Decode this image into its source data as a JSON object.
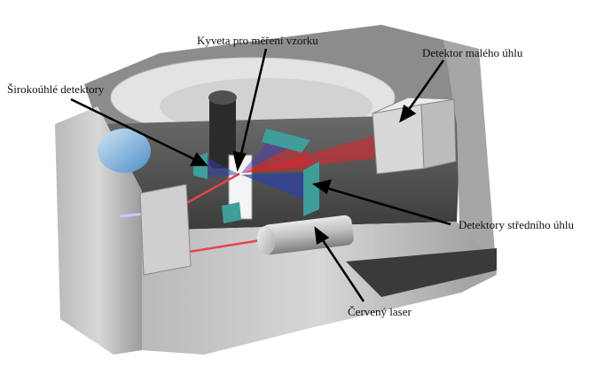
{
  "labels": {
    "cuvette": "Kyveta pro měření vzorku",
    "small_angle": "Detektor malého úhlu",
    "wide_angle": "Širokoúhlé detektory",
    "mid_angle": "Detektory středního úhlu",
    "laser": "Červený laser"
  },
  "colors": {
    "housing": "#9a9a9a",
    "housing_dark": "#4a4a4a",
    "laser_red": "#d8262e",
    "beam_blue": "#2c3fa8",
    "detector_teal": "#3f9d9a",
    "dome": "#7fb4df"
  }
}
